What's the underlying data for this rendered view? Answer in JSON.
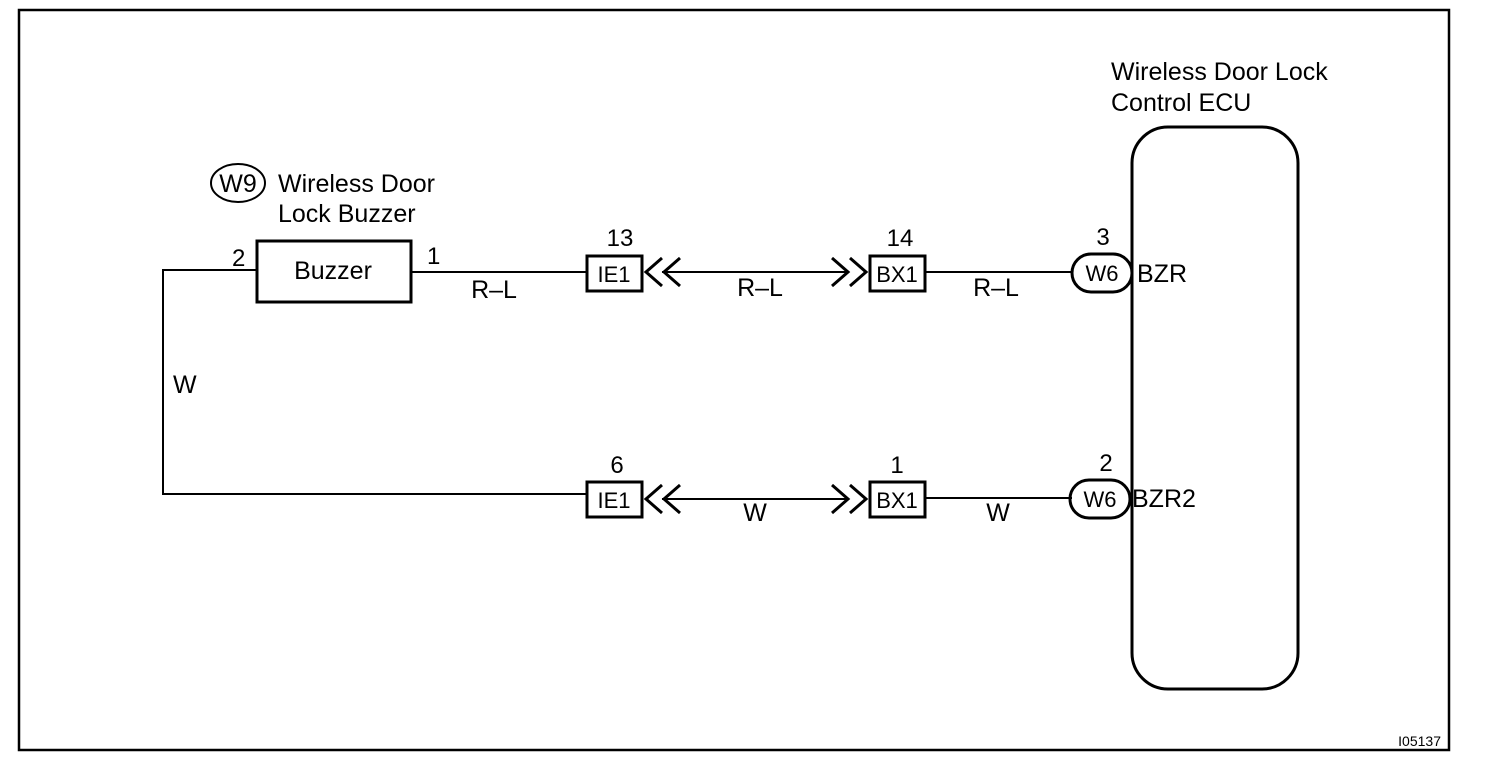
{
  "figure_id": "I05137",
  "buzzer_component": {
    "connector": "W9",
    "name_line1": "Wireless Door",
    "name_line2": "Lock Buzzer",
    "box_label": "Buzzer",
    "pin_left": "2",
    "pin_right": "1"
  },
  "ecu_component": {
    "name_line1": "Wireless Door Lock",
    "name_line2": "Control ECU",
    "terminal_top": "BZR",
    "terminal_bottom": "BZR2"
  },
  "top_circuit": {
    "junction1": {
      "label": "IE1",
      "pin": "13"
    },
    "junction2": {
      "label": "BX1",
      "pin": "14"
    },
    "ecu_connector": {
      "label": "W6",
      "pin": "3"
    },
    "wire_seg1": "R–L",
    "wire_seg2": "R–L",
    "wire_seg3": "R–L"
  },
  "bottom_circuit": {
    "junction1": {
      "label": "IE1",
      "pin": "6"
    },
    "junction2": {
      "label": "BX1",
      "pin": "1"
    },
    "ecu_connector": {
      "label": "W6",
      "pin": "2"
    },
    "wire_seg2": "W",
    "wire_seg3": "W"
  },
  "left_wire_color": "W"
}
